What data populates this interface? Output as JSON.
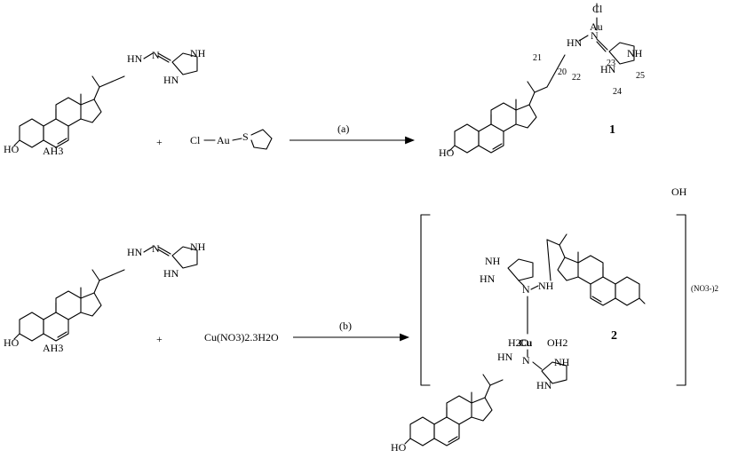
{
  "reaction_a": {
    "reactant_label": "AH3",
    "plus": "+",
    "reagent_cl": "Cl",
    "reagent_au": "Au",
    "reagent_s": "S",
    "condition": "(a)",
    "product_cl": "Cl",
    "product_au": "Au",
    "product_number": "1",
    "atom_numbers": [
      "21",
      "20",
      "22",
      "23",
      "24",
      "25"
    ]
  },
  "reaction_b": {
    "reactant_label": "AH3",
    "plus": "+",
    "reagent": "Cu(NO3)2.3H2O",
    "condition": "(b)",
    "complex_center": "Cu",
    "water_left": "H2O",
    "water_right": "OH2",
    "product_number": "2",
    "counterion": "(NO3-)2"
  },
  "common": {
    "ho": "HO",
    "oh": "OH",
    "hn": "HN",
    "nh": "NH",
    "n": "N"
  }
}
